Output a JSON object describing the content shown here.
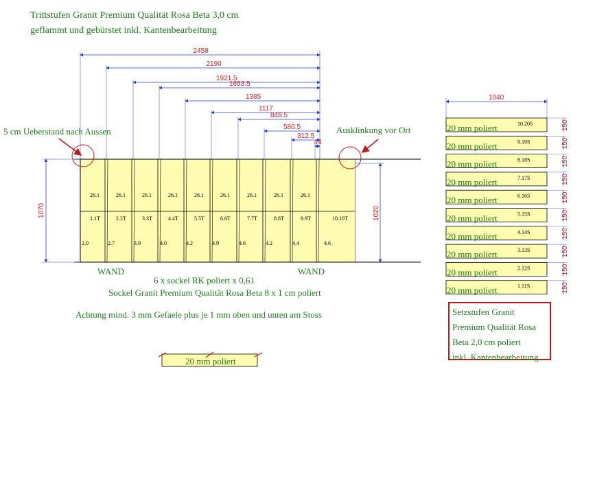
{
  "title": {
    "line1": "Trittstufen Granit Premium Qualität Rosa Beta 3,0 cm",
    "line2": "geflammt und gebürstet inkl. Kantenbearbeitung"
  },
  "dimensions_top": [
    "2458",
    "2190",
    "1921.5",
    "1653.5",
    "1385",
    "1117",
    "848.5",
    "580.5",
    "312.5",
    "44"
  ],
  "annotations": {
    "overhang": "5 cm Ueberstand nach Aussen",
    "notch": "Ausklinkung vor Ort",
    "wand_left": "WAND",
    "wand_right": "WAND",
    "height_left": "1070",
    "height_right": "1020",
    "sockel_count": "6 x sockel RK poliert x 0,61",
    "sockel_desc": "Sockel Granit Premium Qualität Rosa Beta 8 x 1 cm poliert",
    "note": "Achtung mind. 3 mm Gefaele plus je 1 mm oben und unten am Stoss",
    "sample_label": "20 mm poliert"
  },
  "tread_top_labels": [
    "26.1",
    "26.1",
    "26.1",
    "26.1",
    "26.1",
    "26.1",
    "26.1",
    "26.1",
    "26.1"
  ],
  "tread_mid_labels": [
    "1.1T",
    "2.2T",
    "3.3T",
    "4.4T",
    "5.5T",
    "6.6T",
    "7.7T",
    "8.8T",
    "9.9T",
    "10.10T"
  ],
  "tread_bottom_labels": [
    "2.0",
    "2.7",
    "3.9",
    "4.0",
    "4.2",
    "4.9",
    "4.6",
    "4.2",
    "4.4",
    "4.6"
  ],
  "riser_panel": {
    "width_label": "1040",
    "height_label": "150",
    "finish": "20 mm poliert",
    "codes": [
      "10.20S",
      "9.19S",
      "8.18S",
      "7.17S",
      "6.16S",
      "5.15S",
      "4.14S",
      "3.13S",
      "2.12S",
      "1.11S"
    ]
  },
  "info_box": {
    "line1": "Setzstufen Granit",
    "line2": "Premium Qualität Rosa",
    "line3": "Beta 2,0 cm poliert",
    "line4": "inkl. Kantenbearbeitung"
  },
  "colors": {
    "stone": "#fdfcb0",
    "green_text": "#1e7a1e",
    "dimension_red": "#d41f1f",
    "dimension_blue": "#2a3fd1",
    "outline": "#000000"
  }
}
